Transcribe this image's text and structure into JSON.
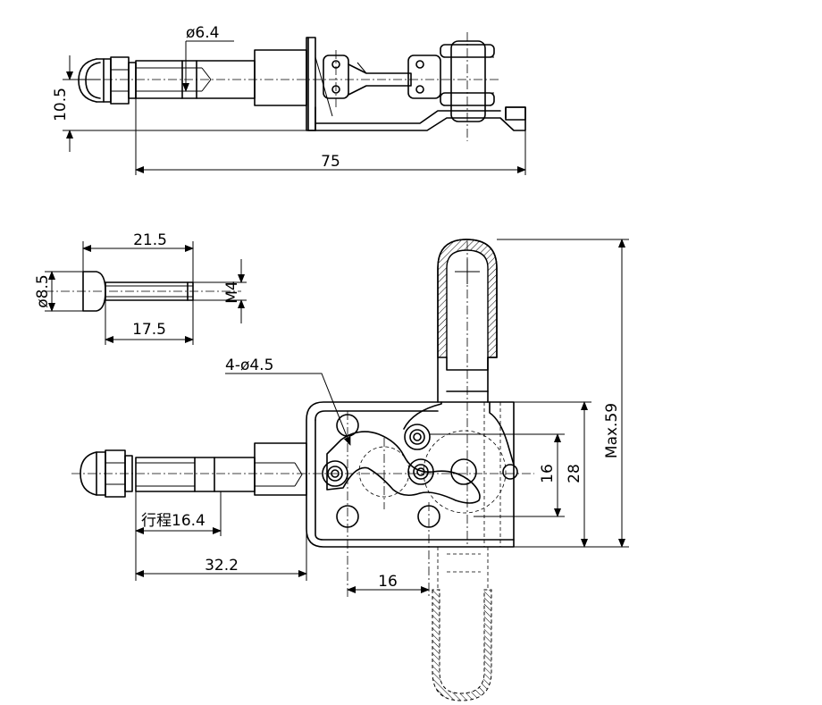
{
  "dimensions": {
    "top_height": "10.5",
    "top_shaft_dia": "ø6.4",
    "top_length": "75",
    "spindle_length": "21.5",
    "spindle_dia": "ø8.5",
    "spindle_thread": "M4",
    "spindle_thread_length": "17.5",
    "mounting_holes": "4-ø4.5",
    "max_height": "Max.59",
    "hole_spacing_v": "16",
    "base_height": "28",
    "stroke": "行程16.4",
    "plunger_extent": "32.2",
    "hole_spacing_h": "16"
  },
  "colors": {
    "line": "#000000",
    "background": "#ffffff"
  }
}
